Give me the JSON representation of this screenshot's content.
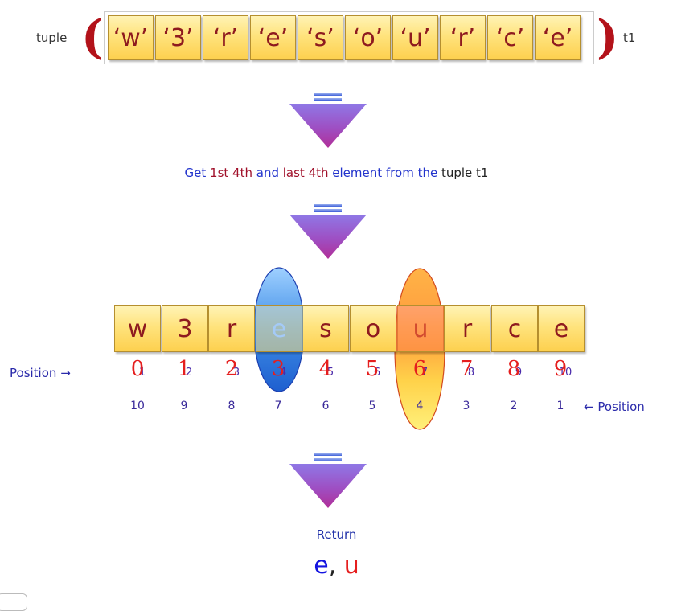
{
  "tuple": {
    "label": "tuple",
    "name": "t1",
    "items": [
      "‘w’",
      "‘3’",
      "‘r’",
      "‘e’",
      "‘s’",
      "‘o’",
      "‘u’",
      "‘r’",
      "‘c’",
      "‘e’"
    ]
  },
  "instruction": {
    "p1": "Get ",
    "p2": "1st 4th",
    "p3": " and ",
    "p4": "last 4th",
    "p5": " element from the ",
    "p6": "tuple t1"
  },
  "elements": {
    "chars": [
      "w",
      "3",
      "r",
      "e",
      "s",
      "o",
      "u",
      "r",
      "c",
      "e"
    ],
    "forward_positions": [
      "1",
      "2",
      "3",
      "4",
      "5",
      "6",
      "7",
      "8",
      "9",
      "10"
    ],
    "reverse_positions": [
      "10",
      "9",
      "8",
      "7",
      "6",
      "5",
      "4",
      "3",
      "2",
      "1"
    ],
    "zero_indices": [
      "0",
      "1",
      "2",
      "3",
      "4",
      "5",
      "6",
      "7",
      "8",
      "9"
    ],
    "position_label_left": "Position",
    "position_label_right": "Position"
  },
  "return": {
    "label": "Return",
    "first": "e",
    "sep": ", ",
    "second": "u"
  },
  "colors": {
    "cell": "#ffe37d",
    "dark_red": "#8e1a1f",
    "blue": "#2233cc",
    "red": "#e51e1e",
    "arrow_top": "#8a6ddb",
    "arrow_bottom": "#b0339a"
  }
}
